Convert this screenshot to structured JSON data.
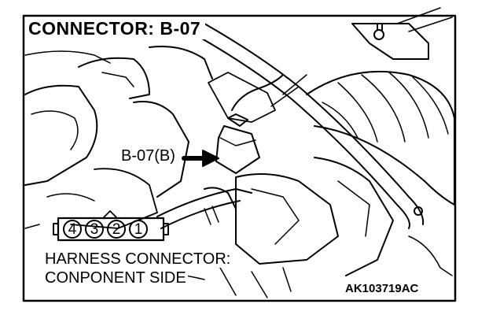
{
  "title": "CONNECTOR: B-07",
  "callout_label": "B-07(B)",
  "connector_pins": [
    "4",
    "3",
    "2",
    "1"
  ],
  "view_label_line1": "HARNESS CONNECTOR:",
  "view_label_line2": "CONPONENT SIDE",
  "figure_code": "AK103719AC",
  "colors": {
    "line": "#000000",
    "background": "#ffffff"
  }
}
